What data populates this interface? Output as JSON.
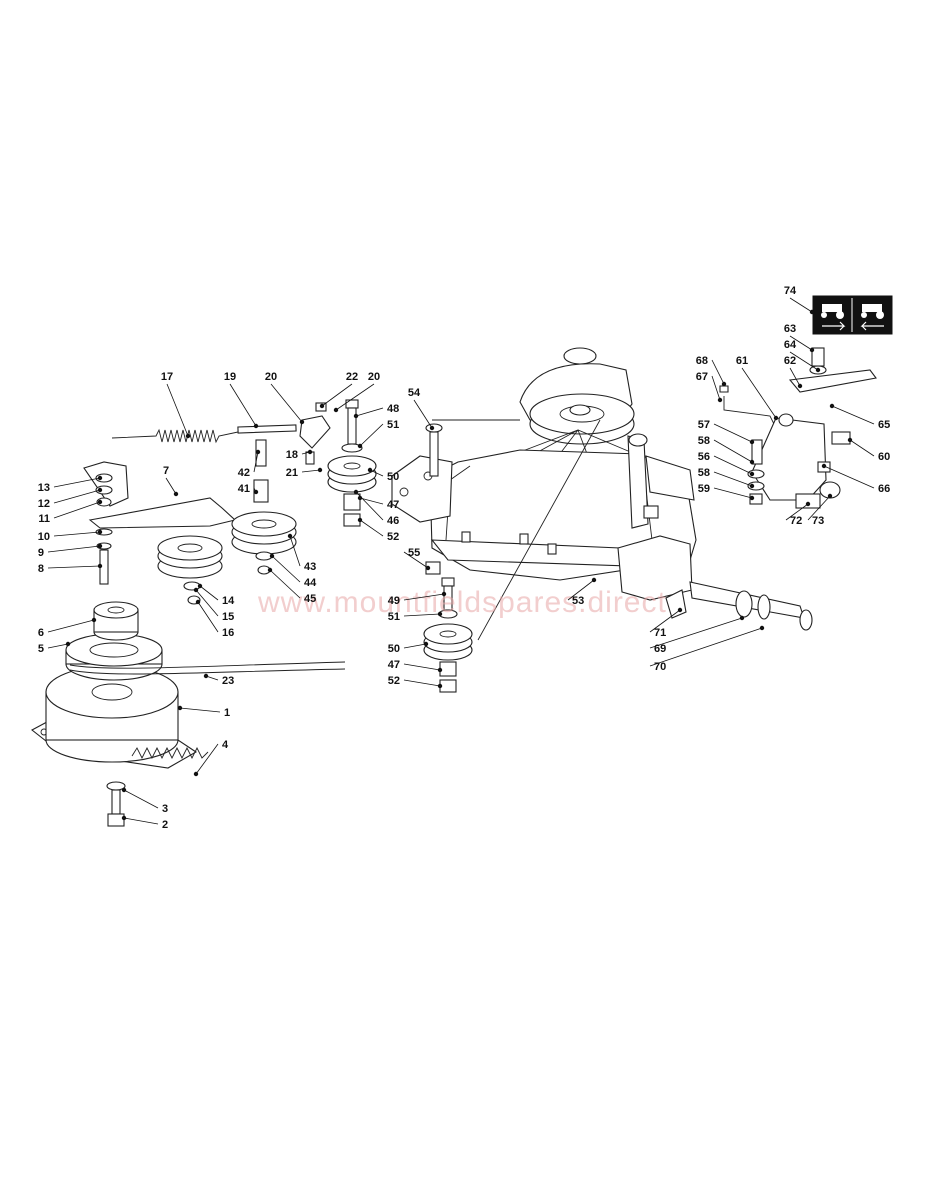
{
  "watermark": "www.mountfieldspares.direct",
  "callouts": [
    "1",
    "2",
    "3",
    "4",
    "5",
    "6",
    "7",
    "8",
    "9",
    "10",
    "11",
    "12",
    "13",
    "14",
    "15",
    "16",
    "17",
    "18",
    "19",
    "20",
    "20",
    "21",
    "22",
    "23",
    "41",
    "42",
    "43",
    "44",
    "45",
    "46",
    "47",
    "47",
    "48",
    "49",
    "50",
    "50",
    "51",
    "51",
    "52",
    "52",
    "53",
    "54",
    "55",
    "56",
    "57",
    "58",
    "58",
    "59",
    "60",
    "61",
    "62",
    "63",
    "64",
    "65",
    "66",
    "67",
    "68",
    "69",
    "70",
    "71",
    "72",
    "73",
    "74"
  ],
  "icons": [
    "tractor-forward-pictogram",
    "tractor-reverse-pictogram"
  ]
}
